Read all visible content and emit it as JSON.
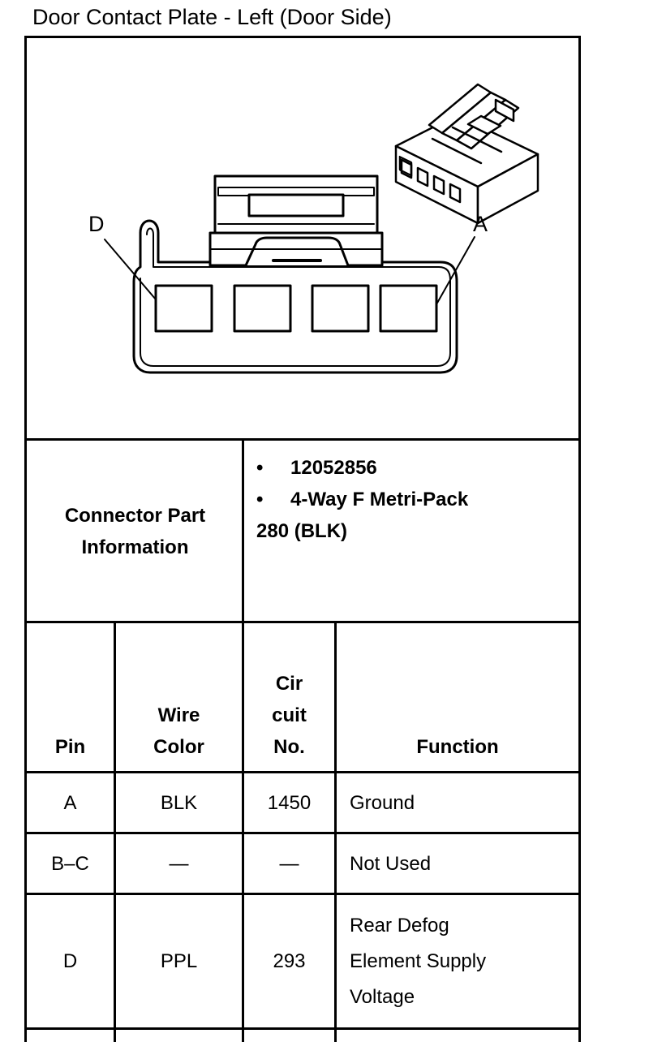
{
  "title": "Door Contact Plate - Left (Door Side)",
  "diagram": {
    "label_left": "D",
    "label_right": "A"
  },
  "connector_info": {
    "label_line1": "Connector Part",
    "label_line2": "Information",
    "bullet": "•",
    "part_number": "12052856",
    "description_line1": "4-Way F Metri-Pack",
    "description_line2": "280 (BLK)"
  },
  "table": {
    "headers": {
      "pin": "Pin",
      "wire_color_line1": "Wire",
      "wire_color_line2": "Color",
      "circuit_line1": "Cir",
      "circuit_line2": "cuit",
      "circuit_line3": "No.",
      "function": "Function"
    },
    "rows": [
      {
        "pin": "A",
        "wire_color": "BLK",
        "circuit": "1450",
        "function_lines": [
          "Ground"
        ]
      },
      {
        "pin": "B–C",
        "wire_color": "—",
        "circuit": "—",
        "function_lines": [
          "Not Used"
        ]
      },
      {
        "pin": "D",
        "wire_color": "PPL",
        "circuit": "293",
        "function_lines": [
          "Rear Defog",
          "Element Supply",
          "Voltage"
        ]
      }
    ]
  }
}
